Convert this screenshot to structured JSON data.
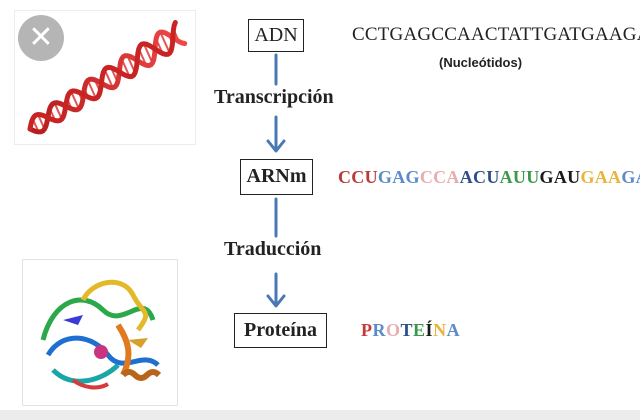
{
  "overlay": {
    "close_symbol": "✕"
  },
  "boxes": {
    "adn": "ADN",
    "arnm": "ARNm",
    "proteina": "Proteína"
  },
  "steps": {
    "transcription": "Transcripción",
    "translation": "Traducción"
  },
  "dna_sequence": "CCTGAGCCAACTATTGATGAAGAG",
  "nucleotides_label": "(Nucleótidos)",
  "rna_codons": [
    {
      "text": "CCU",
      "color": "#b83a3a"
    },
    {
      "text": "GAG",
      "color": "#5b8bc9"
    },
    {
      "text": "CCA",
      "color": "#e7aeb2"
    },
    {
      "text": "ACU",
      "color": "#2e4f86"
    },
    {
      "text": "AUU",
      "color": "#3a9a4a"
    },
    {
      "text": "GAU",
      "color": "#1a1a1a"
    },
    {
      "text": "GAA",
      "color": "#e9b43a"
    },
    {
      "text": "GAG",
      "color": "#5b8bc9"
    }
  ],
  "protein_letters": [
    {
      "text": "P",
      "color": "#c83a3a"
    },
    {
      "text": "R",
      "color": "#5b8bc9"
    },
    {
      "text": "O",
      "color": "#e7aeb2"
    },
    {
      "text": "T",
      "color": "#2e4f86"
    },
    {
      "text": "E",
      "color": "#3a9a4a"
    },
    {
      "text": "Í",
      "color": "#1a1a1a"
    },
    {
      "text": "N",
      "color": "#e9b43a"
    },
    {
      "text": "A",
      "color": "#5b8bc9"
    }
  ],
  "colors": {
    "arrow": "#4a78b5",
    "helix": "#d42a2a",
    "box_border": "#222222"
  },
  "icons": {
    "close": "close-icon",
    "dna": "dna-helix-icon",
    "protein": "protein-structure-icon"
  }
}
